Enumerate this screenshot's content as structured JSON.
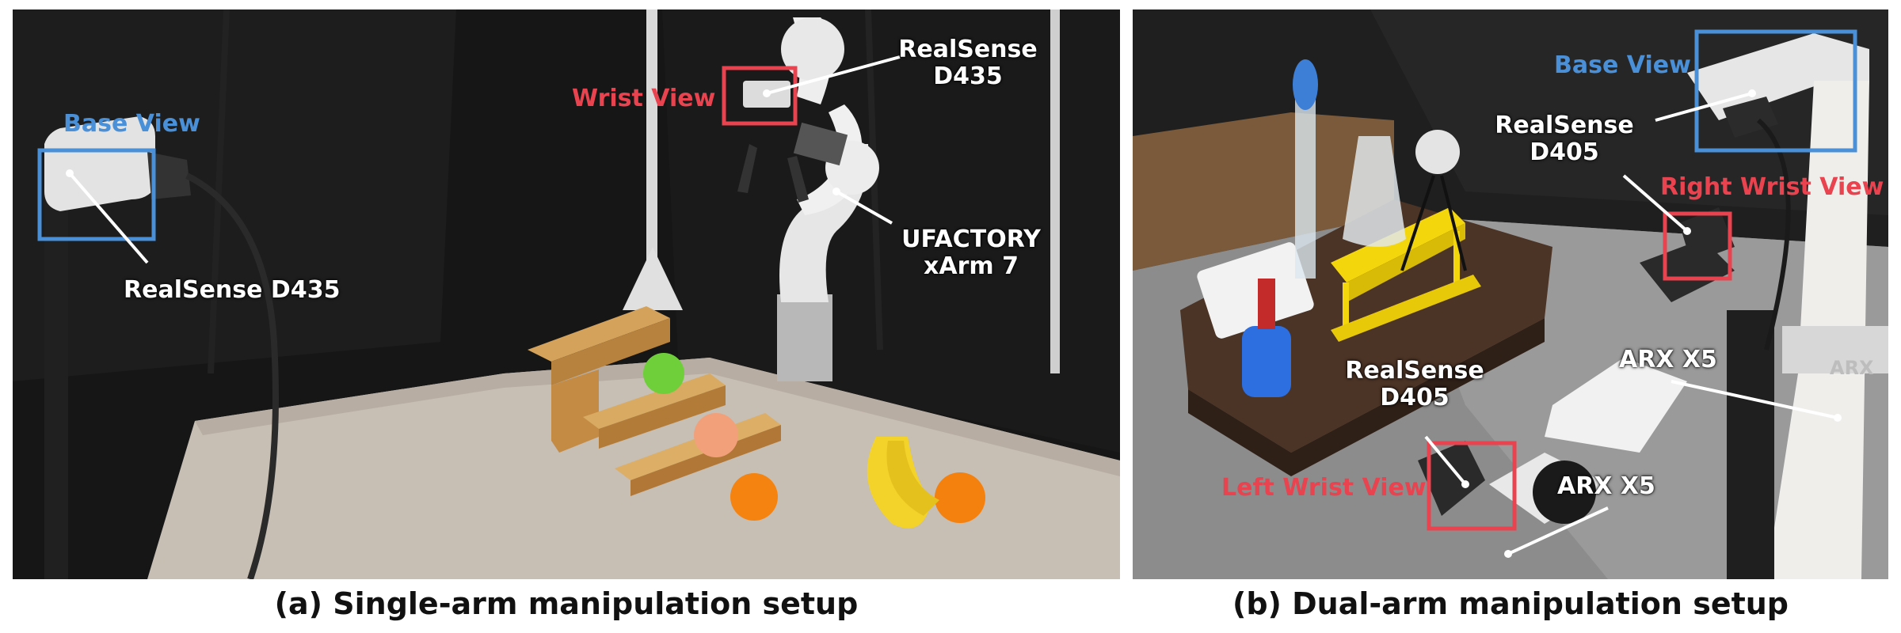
{
  "colors": {
    "base_view": "#4a90d9",
    "wrist_view": "#e8434f",
    "label_text": "#ffffff",
    "caption_text": "#111111"
  },
  "panel_a": {
    "caption": "(a) Single-arm manipulation setup",
    "labels": {
      "base_view": "Base View",
      "base_camera_model": "RealSense D435",
      "wrist_view": "Wrist View",
      "wrist_camera_line1": "RealSense",
      "wrist_camera_line2": "D435",
      "arm_line1": "UFACTORY",
      "arm_line2": "xArm 7"
    }
  },
  "panel_b": {
    "caption": "(b) Dual-arm manipulation setup",
    "labels": {
      "base_view": "Base View",
      "base_camera_line1": "RealSense",
      "base_camera_line2": "D405",
      "right_wrist_view": "Right Wrist View",
      "arm_right": "ARX X5",
      "left_camera_line1": "RealSense",
      "left_camera_line2": "D405",
      "left_wrist_view": "Left Wrist View",
      "arm_left": "ARX X5",
      "arx_logo": "ARX"
    }
  }
}
